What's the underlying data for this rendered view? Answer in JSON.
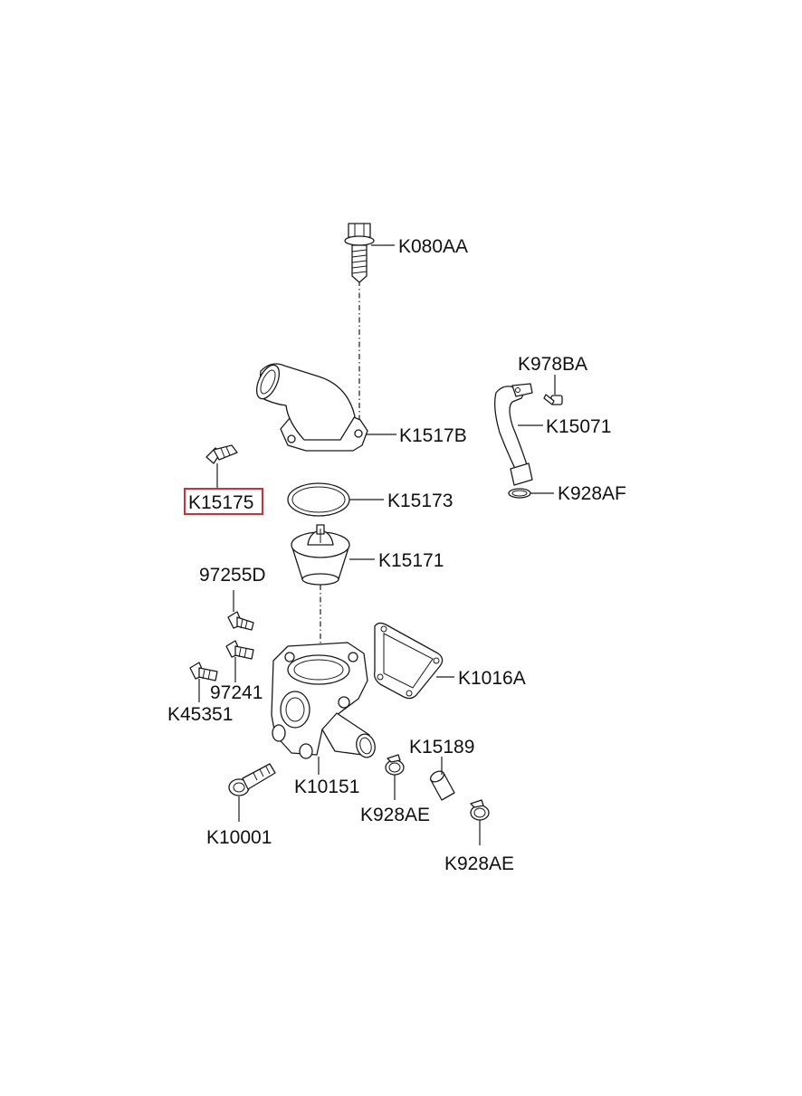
{
  "highlight_color": "#e0282e",
  "parts": {
    "bolt_top": "K080AA",
    "screw_small": "K978BA",
    "outlet_fitting": "K1517B",
    "bypass_pipe": "K15071",
    "sensor_left": "K15175",
    "gasket_ring": "K15173",
    "pipe_oring": "K928AF",
    "thermostat": "K15171",
    "sensor_97255d": "97255D",
    "cover_gasket": "K1016A",
    "sensor_97241": "97241",
    "sensor_k45351": "K45351",
    "hose_small": "K15189",
    "housing": "K10151",
    "clamp_a": "K928AE",
    "drain_bolt": "K10001",
    "clamp_b": "K928AE"
  }
}
